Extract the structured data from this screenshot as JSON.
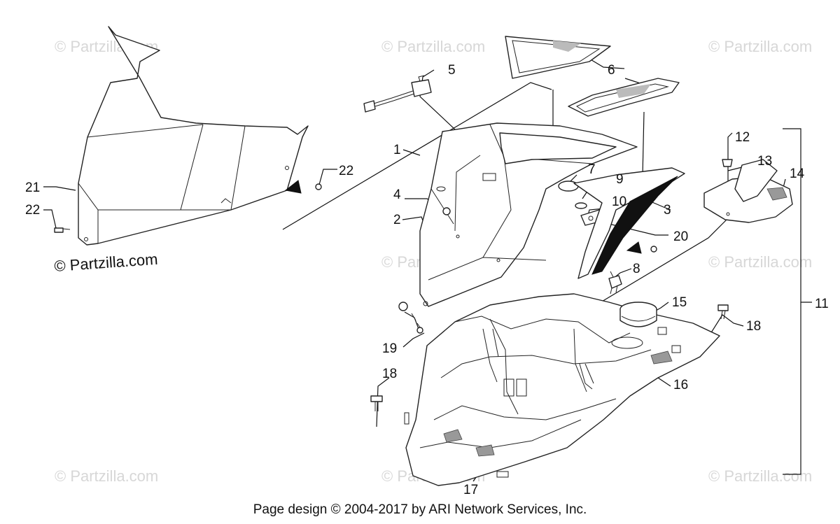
{
  "watermark_text": "© Partzilla.com",
  "copyright_label": "© Partzilla.com",
  "footer_text": "Page design © 2004-2017 by ARI Network Services, Inc.",
  "callouts": {
    "c1": "1",
    "c2": "2",
    "c3": "3",
    "c4": "4",
    "c5": "5",
    "c6": "6",
    "c7": "7",
    "c8": "8",
    "c9": "9",
    "c10": "10",
    "c11": "11",
    "c12": "12",
    "c13": "13",
    "c14": "14",
    "c15": "15",
    "c16": "16",
    "c17": "17",
    "c18a": "18",
    "c18b": "18",
    "c19": "19",
    "c20": "20",
    "c21": "21",
    "c22a": "22",
    "c22b": "22"
  }
}
